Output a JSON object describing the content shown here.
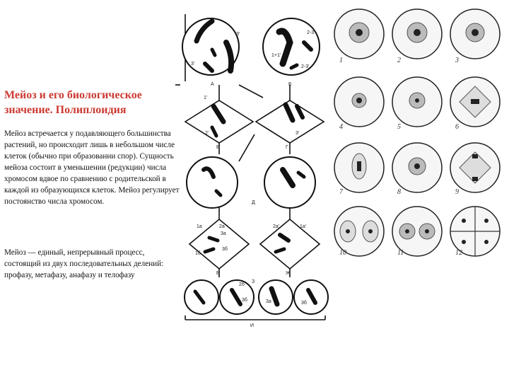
{
  "slide": {
    "title": "Мейоз и его биологическое значение. Полиплоидия",
    "paragraph1": "Мейоз встречается у подавляющего большинства растений, но происходит лишь в небольшом числе клеток (обычно при образовании спор). Сущность мейоза состоит в уменьшении (редукции) числа хромосом вдвое по сравнению с родительской в каждой из образующихся клеток. Мейоз регулирует постоянство числа хромосом.",
    "paragraph2": " Мейоз — единый, непрерывный процесс, состоящий из двух последовательных делений: профазу, метафазу, анафазу и телофазу"
  },
  "diagram": {
    "stage_labels": [
      "А",
      "Б",
      "В",
      "Г",
      "Д",
      "Е",
      "Ж",
      "З",
      "И"
    ],
    "chromosome_labels": [
      "3'",
      "2-3'",
      "1+1'",
      "2-3'",
      "3'",
      "1'",
      "2'",
      "3'",
      "1a",
      "2a",
      "3a",
      "3б",
      "1б",
      "2б",
      "3б",
      "2a'",
      "1a'",
      "3a",
      "3б"
    ]
  },
  "cell_stages": {
    "numbers": [
      "1",
      "2",
      "3",
      "4",
      "5",
      "6",
      "7",
      "8",
      "9",
      "10",
      "11",
      "12"
    ]
  }
}
